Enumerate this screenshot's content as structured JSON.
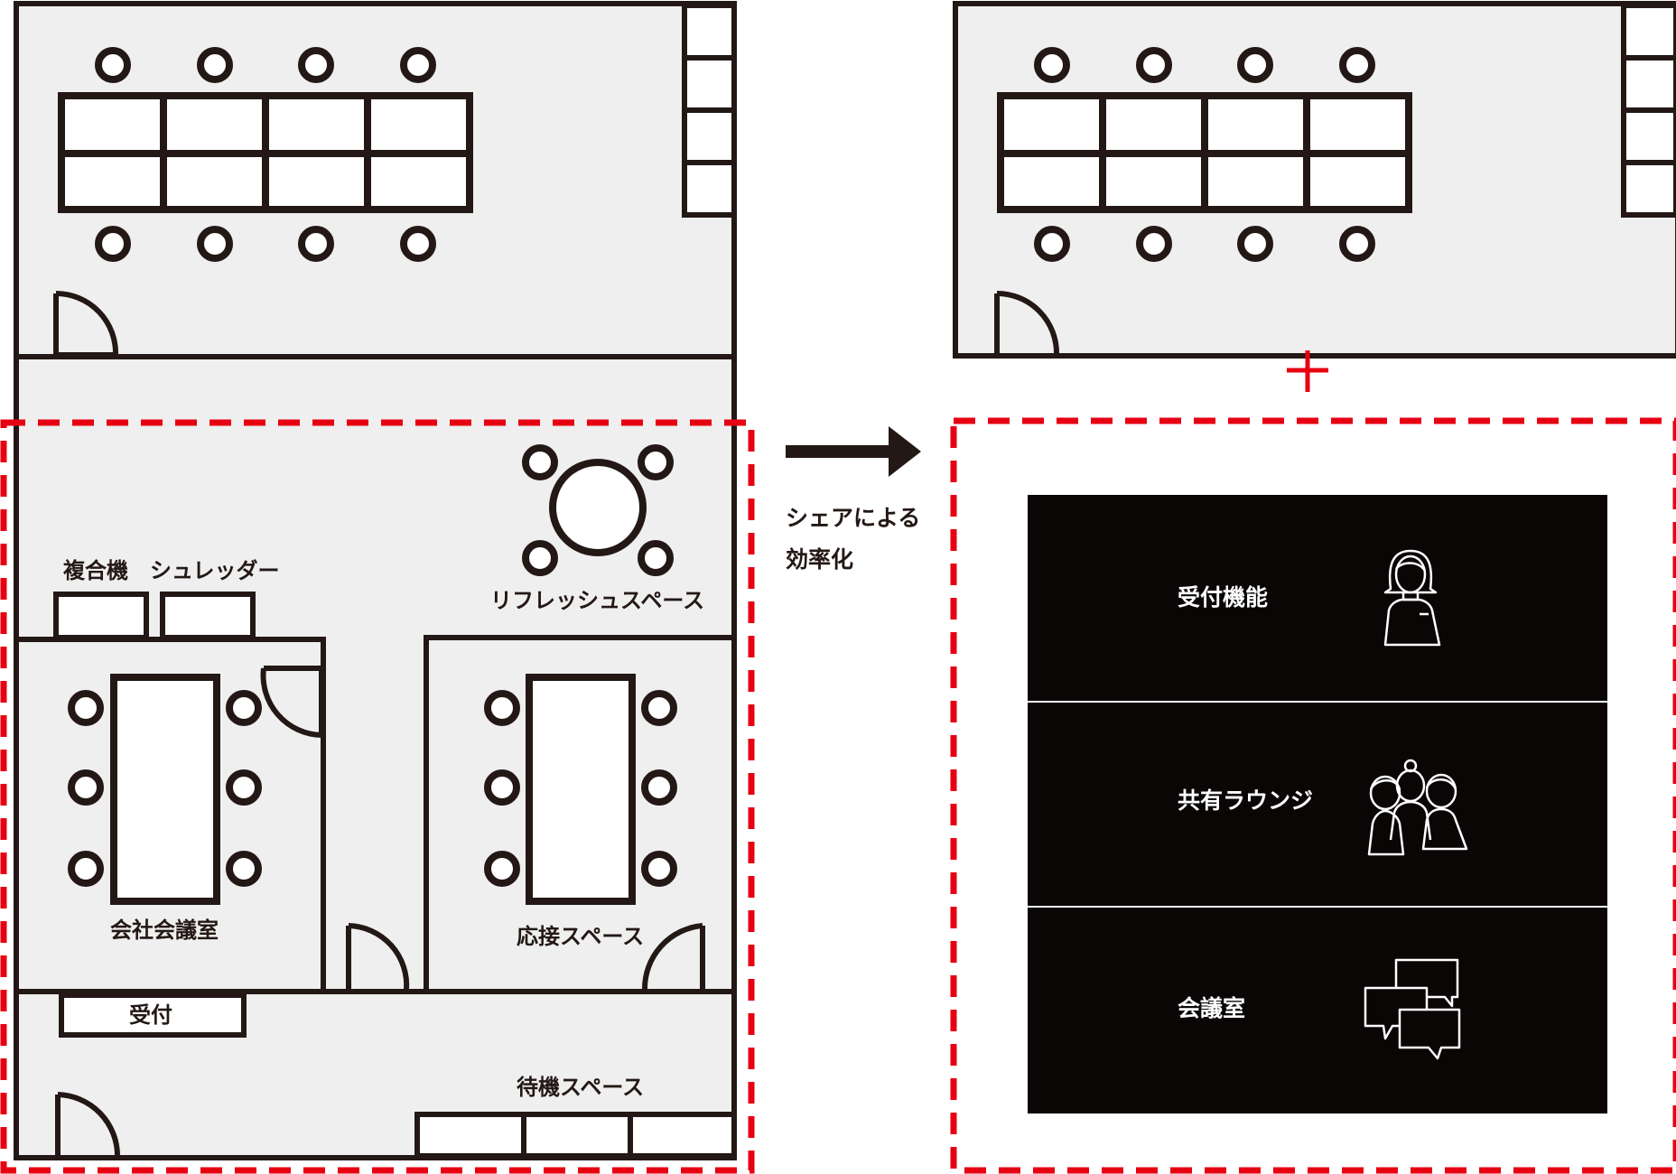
{
  "before": {
    "label_copier_shredder": "複合機　シュレッダー",
    "label_refresh": "リフレッシュスペース",
    "label_company_meeting": "会社会議室",
    "label_reception_space": "応接スペース",
    "label_reception": "受付",
    "label_waiting": "待機スペース"
  },
  "transition": {
    "line1": "シェアによる",
    "line2": "効率化"
  },
  "after": {
    "plus": "+",
    "features": [
      {
        "label": "受付機能",
        "icon": "receptionist-icon"
      },
      {
        "label": "共有ラウンジ",
        "icon": "people-group-icon"
      },
      {
        "label": "会議室",
        "icon": "chat-bubbles-icon"
      }
    ]
  },
  "colors": {
    "wall": "#231815",
    "floor": "#efefef",
    "highlight": "#e60012",
    "panel": "#0a0606",
    "panel_text": "#ffffff"
  }
}
